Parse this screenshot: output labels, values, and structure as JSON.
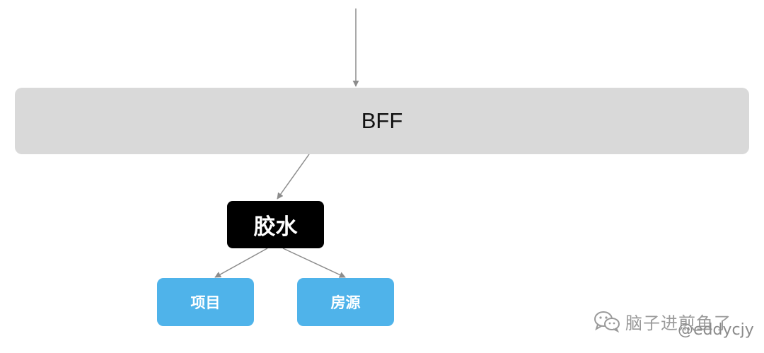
{
  "diagram": {
    "nodes": {
      "bff": "BFF",
      "glue": "胶水",
      "project": "项目",
      "listing": "房源"
    },
    "colors": {
      "bff_fill": "#d9d9d9",
      "glue_fill": "#000000",
      "leaf_fill": "#4fb3ea",
      "arrow": "#8c8c8c"
    }
  },
  "watermark": {
    "icon": "wechat-icon",
    "text": "脑子进煎鱼了",
    "handle": "@eddycjy"
  }
}
